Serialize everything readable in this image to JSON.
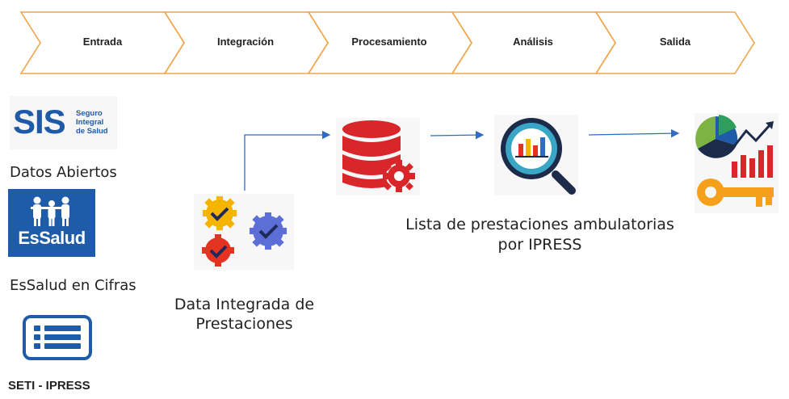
{
  "pipeline": {
    "stages": [
      "Entrada",
      "Integración",
      "Procesamiento",
      "Análisis",
      "Salida"
    ],
    "stroke_color": "#f0a54a"
  },
  "sources": {
    "sis": {
      "abbr": "SIS",
      "line1": "Seguro",
      "line2": "Integral",
      "line3": "de Salud",
      "caption": "Datos Abiertos"
    },
    "essalud": {
      "text": "EsSalud",
      "caption": "EsSalud en Cifras"
    },
    "seti": {
      "caption": "SETI - IPRESS"
    }
  },
  "integration": {
    "caption_line1": "Data Integrada de",
    "caption_line2": "Prestaciones"
  },
  "analysis": {
    "caption_line1": "Lista de prestaciones ambulatorias",
    "caption_line2": "por IPRESS"
  },
  "colors": {
    "arrow": "#2f6cc4",
    "brand_blue": "#1e5ba8",
    "db_red": "#d8262a",
    "gear_yellow": "#f4b400",
    "gear_blue": "#5b6fd6"
  }
}
